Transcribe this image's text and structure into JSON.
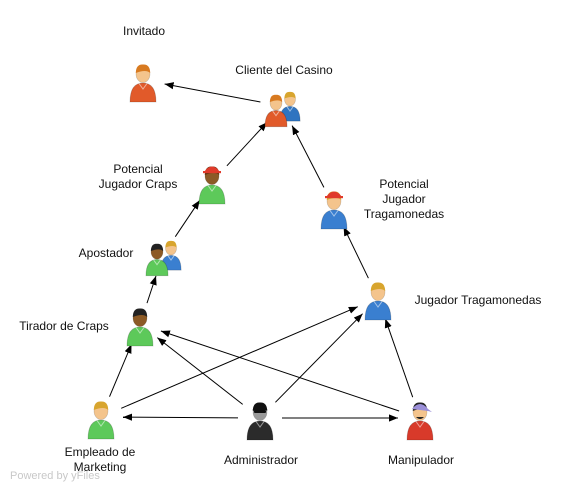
{
  "diagram": {
    "nodes": [
      {
        "id": "invitado",
        "label": [
          "Invitado"
        ],
        "kind": "single",
        "colors": {
          "shirt": "#e15a2a",
          "hair": "#d87a20",
          "skin": "#f4c48c"
        }
      },
      {
        "id": "cliente",
        "label": [
          "Cliente del Casino"
        ],
        "kind": "group",
        "colors": {
          "shirt": "#e15a2a",
          "shirt2": "#2f74c0",
          "hair": "#d87a20",
          "hair2": "#d8a52e",
          "skin": "#f4c48c"
        }
      },
      {
        "id": "potencial_craps",
        "label": [
          "Potencial",
          "Jugador Craps"
        ],
        "kind": "single",
        "cap": true,
        "colors": {
          "shirt": "#5dc95a",
          "hair": "#5a3410",
          "skin": "#8c5a26",
          "cap": "#e03a2a"
        }
      },
      {
        "id": "potencial_tragamonedas",
        "label": [
          "Potencial",
          "Jugador",
          "Tragamonedas"
        ],
        "kind": "single",
        "cap": true,
        "colors": {
          "shirt": "#3a7fd0",
          "hair": "#d8a52e",
          "skin": "#f4c48c",
          "cap": "#e03a2a"
        }
      },
      {
        "id": "apostador",
        "label": [
          "Apostador"
        ],
        "kind": "group",
        "colors": {
          "shirt": "#5dc95a",
          "shirt2": "#3a7fd0",
          "hair": "#222222",
          "hair2": "#d8a52e",
          "skin": "#8c5a26",
          "skin2": "#f4c48c"
        }
      },
      {
        "id": "jugador_tragamonedas",
        "label": [
          "Jugador Tragamonedas"
        ],
        "kind": "single",
        "colors": {
          "shirt": "#3a7fd0",
          "hair": "#d8a52e",
          "skin": "#f4c48c"
        }
      },
      {
        "id": "tirador",
        "label": [
          "Tirador de  Craps"
        ],
        "kind": "single",
        "colors": {
          "shirt": "#5dc95a",
          "hair": "#222222",
          "skin": "#8c5a26"
        }
      },
      {
        "id": "empleado",
        "label": [
          "Empleado de",
          "Marketing"
        ],
        "kind": "single",
        "colors": {
          "shirt": "#5dc95a",
          "hair": "#d8a52e",
          "skin": "#f4c48c"
        }
      },
      {
        "id": "administrador",
        "label": [
          "Administrador"
        ],
        "kind": "single",
        "dark": true,
        "colors": {
          "shirt": "#2b2b2b",
          "hair": "#111111",
          "skin": "#9a9a9a"
        }
      },
      {
        "id": "manipulador",
        "label": [
          "Manipulador"
        ],
        "kind": "single",
        "bandana": true,
        "colors": {
          "shirt": "#d83a2a",
          "hair": "#222222",
          "skin": "#f4c48c",
          "bandana": "#9b8fd8"
        }
      }
    ],
    "edges": [
      {
        "from": "cliente",
        "to": "invitado"
      },
      {
        "from": "potencial_craps",
        "to": "cliente"
      },
      {
        "from": "potencial_tragamonedas",
        "to": "cliente"
      },
      {
        "from": "apostador",
        "to": "potencial_craps"
      },
      {
        "from": "jugador_tragamonedas",
        "to": "potencial_tragamonedas"
      },
      {
        "from": "tirador",
        "to": "apostador"
      },
      {
        "from": "empleado",
        "to": "tirador"
      },
      {
        "from": "empleado",
        "to": "jugador_tragamonedas"
      },
      {
        "from": "administrador",
        "to": "empleado"
      },
      {
        "from": "administrador",
        "to": "tirador"
      },
      {
        "from": "administrador",
        "to": "manipulador"
      },
      {
        "from": "administrador",
        "to": "jugador_tragamonedas"
      },
      {
        "from": "manipulador",
        "to": "tirador"
      },
      {
        "from": "manipulador",
        "to": "jugador_tragamonedas"
      }
    ]
  },
  "watermark": "Powered by yFiles"
}
